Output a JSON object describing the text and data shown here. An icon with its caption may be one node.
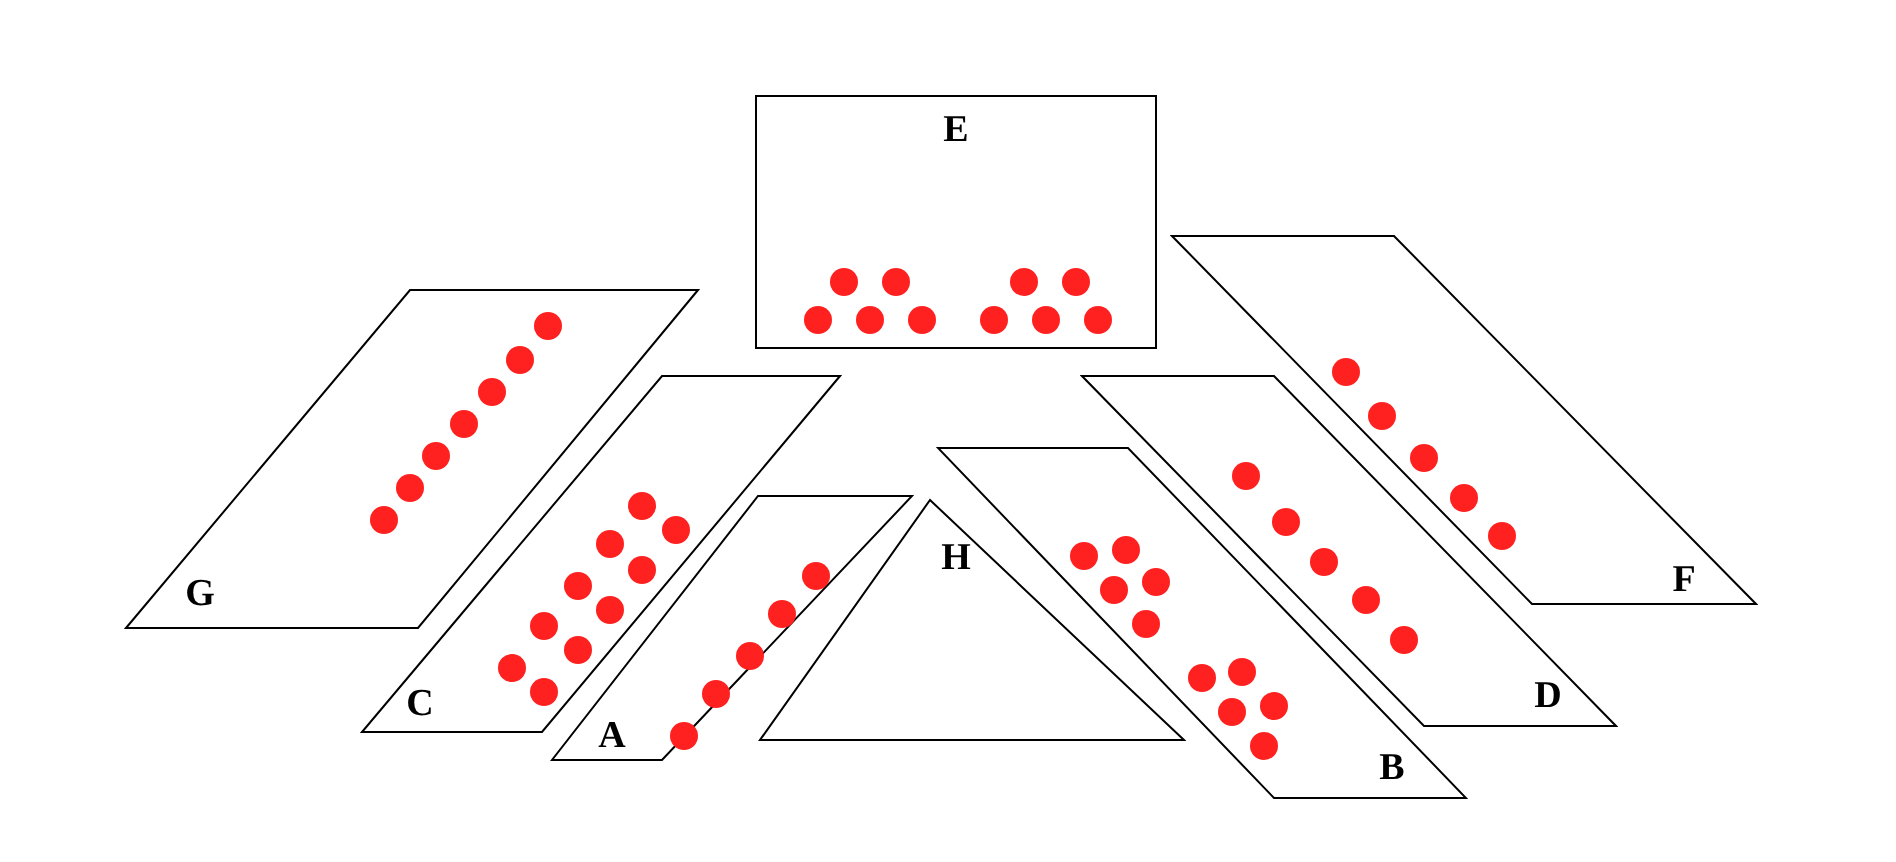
{
  "diagram": {
    "nodes": [
      {
        "text": [
          "E"
        ]
      },
      {
        "text": [
          "F"
        ]
      },
      {
        "text": [
          "G"
        ]
      },
      {
        "text": [
          "C"
        ]
      },
      {
        "text": [
          "D"
        ]
      },
      {
        "text": [
          "B"
        ]
      },
      {
        "text": [
          "A"
        ]
      },
      {
        "text": [
          "H"
        ]
      }
    ]
  }
}
